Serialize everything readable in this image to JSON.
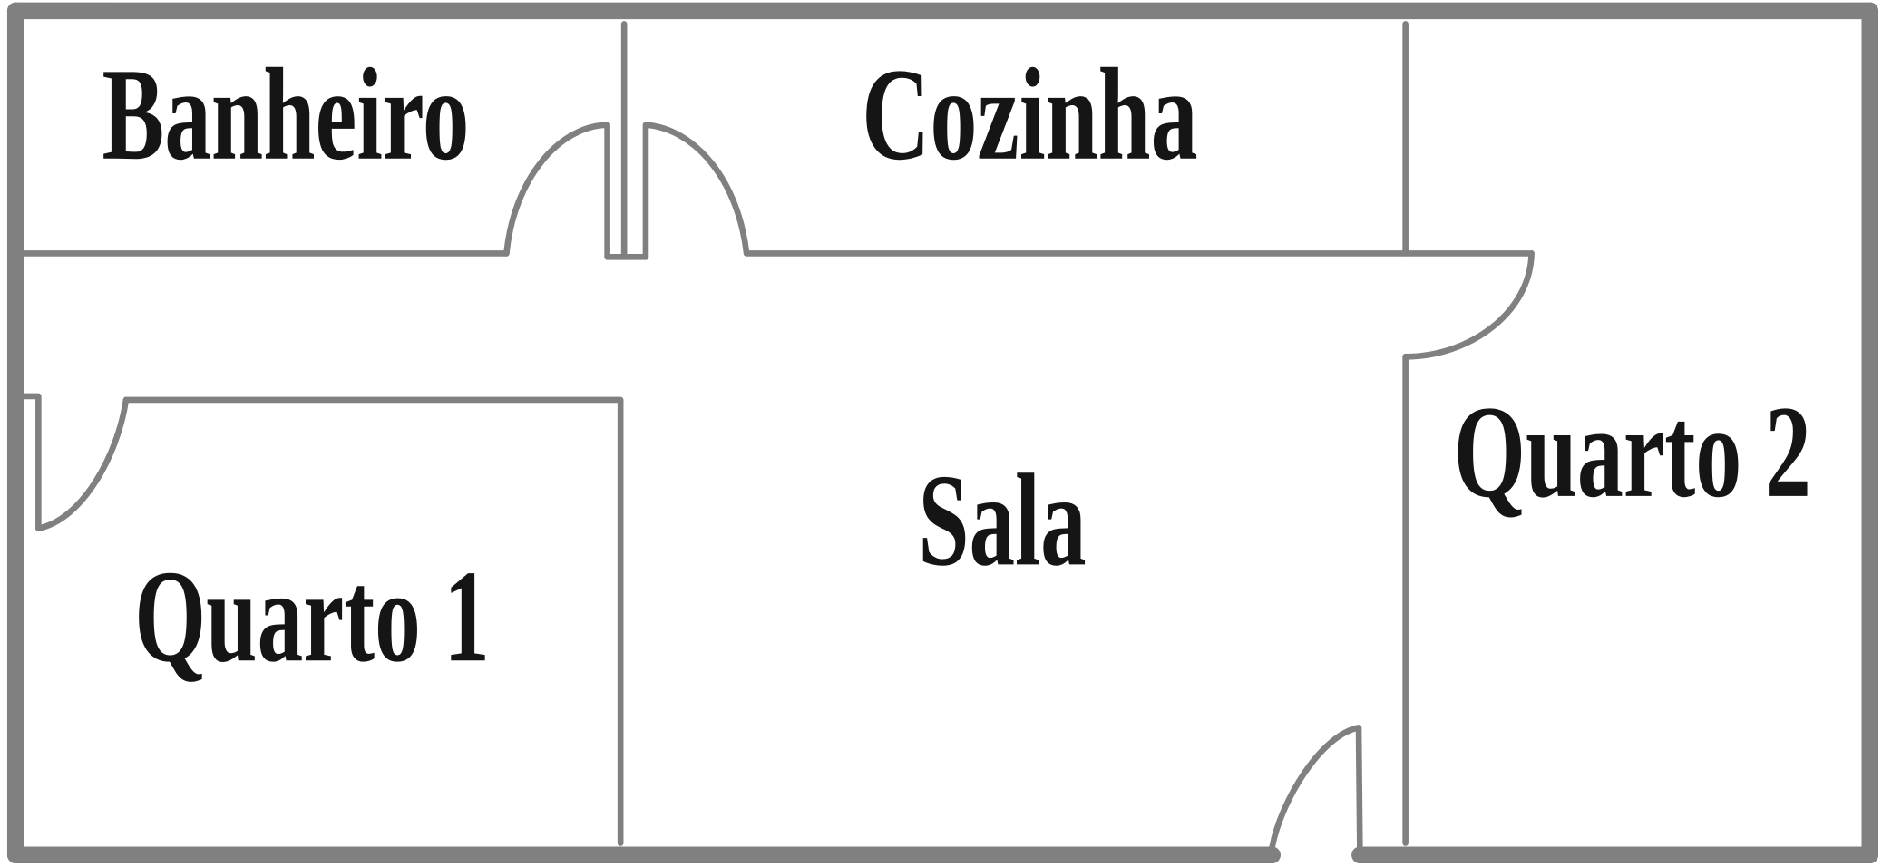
{
  "rooms": {
    "banheiro": "Banheiro",
    "cozinha": "Cozinha",
    "sala": "Sala",
    "quarto1": "Quarto 1",
    "quarto2": "Quarto 2"
  },
  "colors": {
    "wall": "#808080",
    "label": "#151515",
    "background": "#ffffff"
  }
}
